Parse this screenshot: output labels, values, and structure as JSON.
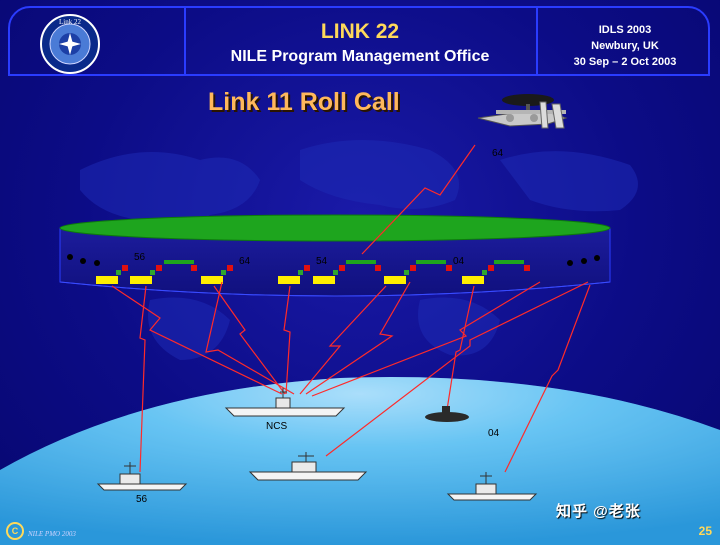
{
  "header": {
    "seal_text": "Link 22",
    "title": "LINK 22",
    "subtitle": "NILE Program Management Office",
    "event": "IDLS 2003",
    "location": "Newbury, UK",
    "dates": "30 Sep – 2 Oct 2003"
  },
  "slide": {
    "title": "Link 11 Roll Call"
  },
  "labels": {
    "aircraft": "64",
    "ring_56": "56",
    "ring_64": "64",
    "ring_54": "54",
    "ring_04": "04",
    "ncs": "NCS",
    "sub_04": "04",
    "ship_56": "56"
  },
  "footer": {
    "copyright_symbol": "C",
    "org": "NILE PMO 2003",
    "page": "25"
  },
  "watermark": {
    "text": "知乎 @老张"
  },
  "colors": {
    "background": "#0c0c86",
    "title_orange": "#ffb85c",
    "header_title": "#ffd95a",
    "link_line": "#ff2a2a",
    "ring_green": "#1ea51e",
    "sea_blue": "#3fb4ef"
  }
}
